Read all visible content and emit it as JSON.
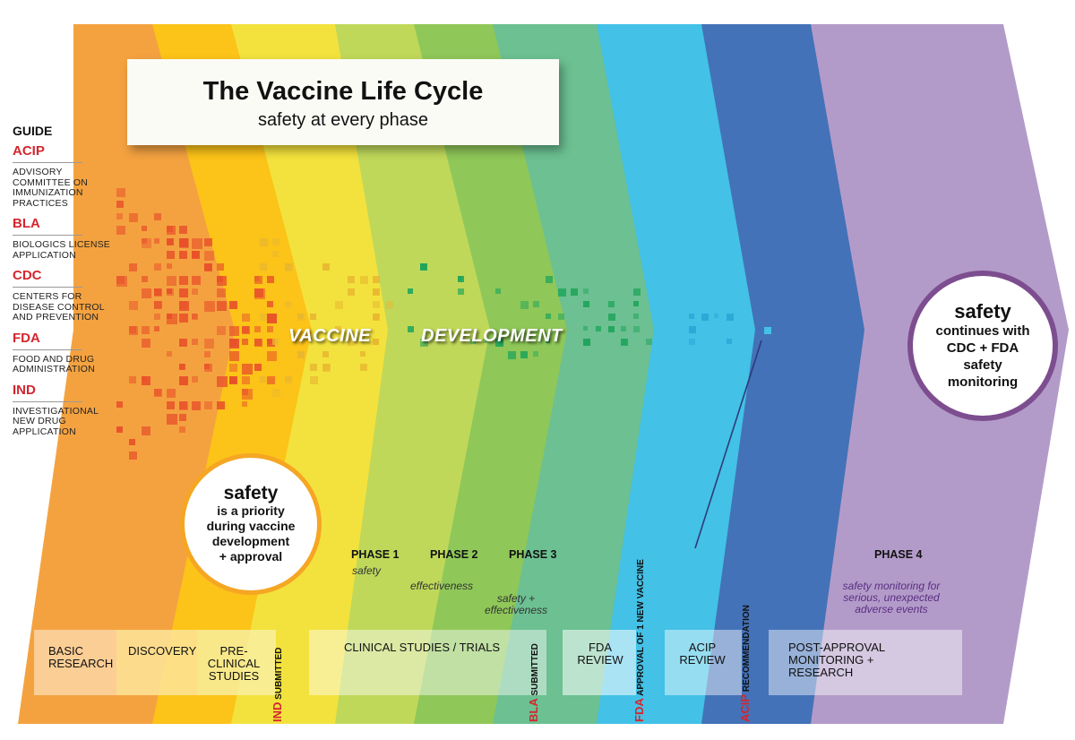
{
  "title": "The Vaccine Life Cycle",
  "subtitle": "safety at every phase",
  "guide": {
    "header": "GUIDE",
    "items": [
      {
        "abbr": "ACIP",
        "full": "ADVISORY COMMITTEE ON IMMUNIZATION PRACTICES"
      },
      {
        "abbr": "BLA",
        "full": "BIOLOGICS LICENSE APPLICATION"
      },
      {
        "abbr": "CDC",
        "full": "CENTERS FOR DISEASE CONTROL AND PREVENTION"
      },
      {
        "abbr": "FDA",
        "full": "FOOD AND DRUG ADMINISTRATION"
      },
      {
        "abbr": "IND",
        "full": "INVESTIGATIONAL NEW DRUG APPLICATION"
      }
    ]
  },
  "banner": {
    "word1": "VACCINE",
    "word2": "DEVELOPMENT"
  },
  "circle_left": {
    "big": "safety",
    "line1": "is a priority",
    "line2": "during vaccine",
    "line3": "development",
    "line4": "+ approval"
  },
  "circle_right": {
    "big": "safety",
    "line1": "continues with",
    "line2": "CDC + FDA",
    "line3": "safety",
    "line4": "monitoring"
  },
  "phases": [
    {
      "name": "PHASE 1",
      "note": "safety"
    },
    {
      "name": "PHASE 2",
      "note": "effectiveness"
    },
    {
      "name": "PHASE 3",
      "note": "safety + effectiveness"
    },
    {
      "name": "PHASE 4",
      "note": "safety monitoring for serious, unexpected adverse events"
    }
  ],
  "stages": {
    "basic_research": "BASIC RESEARCH",
    "discovery": "DISCOVERY",
    "pre_clinical": "PRE-CLINICAL STUDIES",
    "clinical": "CLINICAL STUDIES / TRIALS",
    "fda_review": "FDA REVIEW",
    "acip_review": "ACIP REVIEW",
    "post_approval": "POST-APPROVAL MONITORING + RESEARCH"
  },
  "milestones": [
    {
      "red": "IND",
      "rest": "SUBMITTED"
    },
    {
      "red": "BLA",
      "rest": "SUBMITTED"
    },
    {
      "red": "FDA",
      "rest": "APPROVAL OF 1 NEW VACCINE"
    },
    {
      "red": "ACIP",
      "rest": "RECOMMENDATION"
    }
  ],
  "colors": {
    "basic": "#f4a240",
    "discovery": "#fcc318",
    "preclinical": "#f3e23d",
    "phase1": "#bfd85a",
    "phase2": "#8fc759",
    "phase3": "#6cc092",
    "fda": "#43c1e6",
    "acip": "#4372b8",
    "phase4": "#b39bc9",
    "accent_red": "#d4262e"
  }
}
